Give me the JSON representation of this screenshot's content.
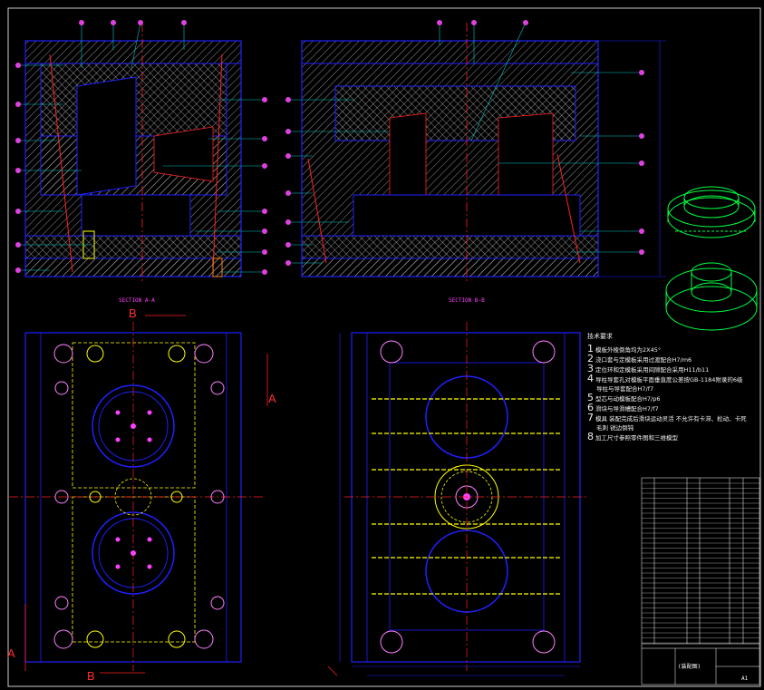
{
  "section_labels": {
    "aa": "SECTION A-A",
    "bb": "SECTION B-B"
  },
  "markers": {
    "a": "A",
    "b": "B"
  },
  "notes": {
    "title": "技术要求",
    "items": [
      {
        "n": "1",
        "text": "模板外棱倒角均为2X45°"
      },
      {
        "n": "2",
        "text": "浇口套与定模板采用过渡配合H7/m6"
      },
      {
        "n": "3",
        "text": "定位环和定模板采用间隙配合采用H11/b11"
      },
      {
        "n": "4",
        "text": "导柱导套孔对模板平面垂直度公差按GB-1184附录的6级"
      },
      {
        "n": "",
        "text": "导柱与导套配合H7/f7"
      },
      {
        "n": "5",
        "text": "型芯与动模板配合H7/p6"
      },
      {
        "n": "6",
        "text": "滑块与导滑槽配合H7/f7"
      },
      {
        "n": "7",
        "text": "模具 装配完成后滑块运动灵活 不允许有卡滞、松动、卡死"
      },
      {
        "n": "",
        "text": "毛刺 锐边倒钝"
      },
      {
        "n": "8",
        "text": "加工尺寸参照零件图和三维模型"
      }
    ]
  },
  "title_block": {
    "name": "(装配图)",
    "sheet": "A1"
  },
  "colors": {
    "background": "#000000",
    "outline": "#2020ff",
    "hatch": "#ffffff",
    "centerline": "#ff2020",
    "leader": "#00c8c8",
    "balloon": "#e040e0",
    "fastener": "#ffff00",
    "product": "#00ff40"
  }
}
